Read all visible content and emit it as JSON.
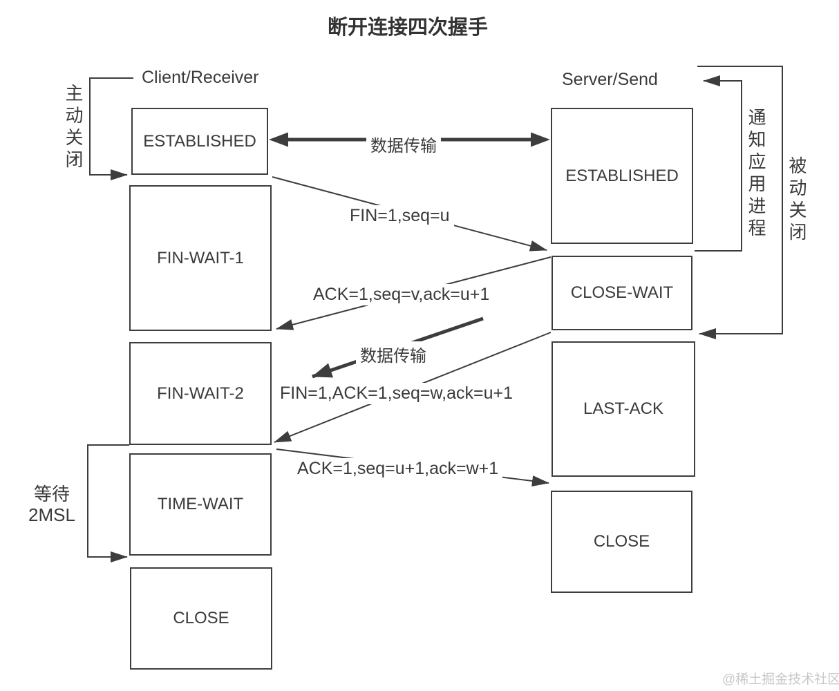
{
  "title": "断开连接四次握手",
  "columns": {
    "client": "Client/Receiver",
    "server": "Server/Send"
  },
  "client_states": [
    "ESTABLISHED",
    "FIN-WAIT-1",
    "FIN-WAIT-2",
    "TIME-WAIT",
    "CLOSE"
  ],
  "server_states": [
    "ESTABLISHED",
    "CLOSE-WAIT",
    "LAST-ACK",
    "CLOSE"
  ],
  "messages": {
    "data_transfer_top": "数据传输",
    "fin_1": "FIN=1,seq=u",
    "ack_1": "ACK=1,seq=v,ack=u+1",
    "data_transfer_mid": "数据传输",
    "fin_2": "FIN=1,ACK=1,seq=w,ack=u+1",
    "ack_2": "ACK=1,seq=u+1,ack=w+1"
  },
  "annotations": {
    "active_close": "主动关闭",
    "wait_line1": "等待",
    "wait_line2": "2MSL",
    "notify_app": "通知应用进程",
    "passive_close": "被动关闭"
  },
  "watermark": "@稀土掘金技术社区",
  "colors": {
    "line": "#3d3d3d",
    "text": "#3a3a3a",
    "watermark": "#c8c8cb",
    "background": "#ffffff"
  }
}
